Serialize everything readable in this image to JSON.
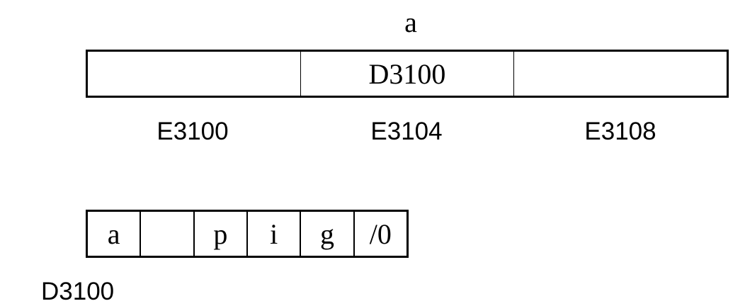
{
  "variable": {
    "name": "a"
  },
  "pointer_array": {
    "cells": [
      "",
      "D3100",
      ""
    ],
    "addresses": [
      "E3100",
      "E3104",
      "E3108"
    ]
  },
  "string_block": {
    "chars": [
      "a",
      "",
      "p",
      "i",
      "g",
      "/0"
    ],
    "address": "D3100"
  }
}
